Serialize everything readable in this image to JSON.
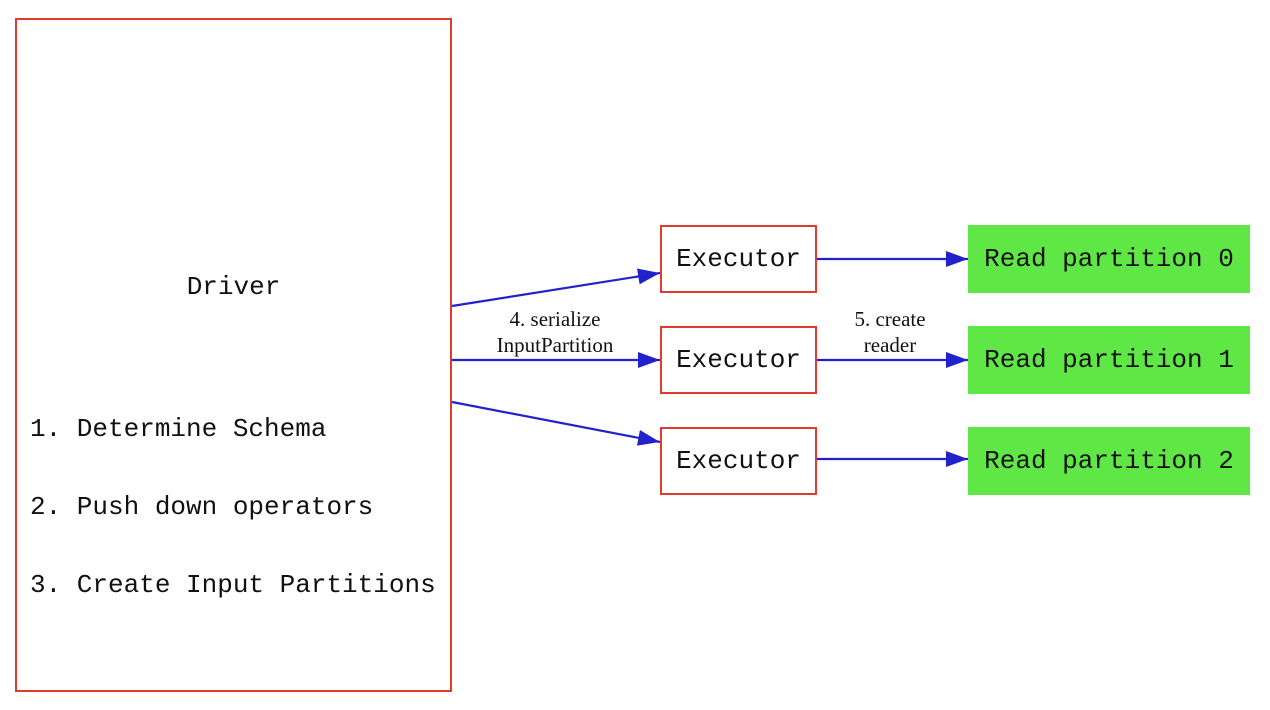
{
  "diagram": {
    "driver": {
      "title": "Driver",
      "steps": [
        "1. Determine Schema",
        "2. Push down operators",
        "3. Create Input Partitions"
      ]
    },
    "executors": [
      {
        "label": "Executor"
      },
      {
        "label": "Executor"
      },
      {
        "label": "Executor"
      }
    ],
    "partitions": [
      {
        "label": "Read partition 0"
      },
      {
        "label": "Read partition 1"
      },
      {
        "label": "Read partition 2"
      }
    ],
    "labels": {
      "serialize": {
        "line1": "4. serialize",
        "line2": "InputPartition"
      },
      "reader": {
        "line1": "5. create",
        "line2": "reader"
      }
    },
    "colors": {
      "box_border": "#e23b2d",
      "arrow": "#2222cc",
      "partition_fill": "#5fe845",
      "text": "#111111"
    }
  }
}
